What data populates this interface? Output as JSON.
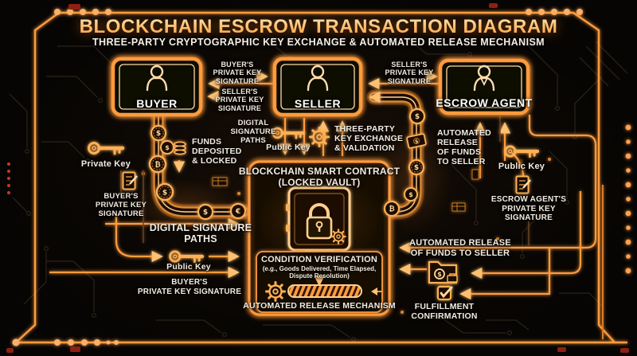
{
  "header": {
    "title": "BLOCKCHAIN ESCROW TRANSACTION DIAGRAM",
    "subtitle": "THREE-PARTY CRYPTOGRAPHIC KEY EXCHANGE & AUTOMATED RELEASE MECHANISM"
  },
  "entities": {
    "buyer": "BUYER",
    "seller": "SELLER",
    "escrow": "ESCROW AGENT"
  },
  "edge_labels": {
    "buyer_to_seller": "BUYER'S\nPRIVATE KEY\nSIGNATURE",
    "seller_to_buyer": "SELLER'S\nPRIVATE KEY\nSIGNATURE",
    "seller_to_escrow": "SELLER'S\nPRIVATE KEY\nSIGNATURE"
  },
  "left_column": {
    "private_key": "Private Key",
    "buyer_signature": "BUYER'S\nPRIVATE KEY\nSIGNATURE",
    "funds_deposited": "FUNDS\nDEPOSITED\n& LOCKED",
    "digital_signature_paths": "DIGITAL\nSIGNATURE\nPATHS"
  },
  "mid": {
    "public_key": "Public Key",
    "three_party": "THREE-PARTY\nKEY EXCHANGE\n& VALIDATION",
    "automated_release": "AUTOMATED\nRELEASE\nOF FUNDS\nTO SELLER"
  },
  "contract": {
    "title": "BLOCKCHAIN SMART CONTRACT\n(LOCKED VAULT)",
    "condition_title": "CONDITION VERIFICATION",
    "condition_examples": "(e.g., Goods Delivered, Time Elapsed,\nDispute Resolution)",
    "release_mechanism": "AUTOMATED RELEASE MECHANISM"
  },
  "bottom_left": {
    "digital_signature_paths": "DIGITAL SIGNATURE\nPATHS",
    "public_key": "Public Key",
    "buyer_signature": "BUYER'S\nPRIVATE KEY SIGNATURE"
  },
  "right_column": {
    "public_key": "Public Key",
    "escrow_signature": "ESCROW AGENT'S\nPRIVATE KEY\nSIGNATURE"
  },
  "bottom_right": {
    "automated_release": "AUTOMATED RELEASE\nOF FUNDS TO SELLER",
    "fulfillment": "FULFILLMENT\nCONFIRMATION"
  },
  "coins": {
    "dollar": "$",
    "bitcoin": "₿",
    "euro": "€"
  },
  "icons": [
    "person-icon",
    "key-icon",
    "signature-document-icon",
    "gear-icon",
    "coin-stack-icon",
    "vault-lock-icon",
    "folder-funds-icon",
    "checkbox-icon",
    "progress-bar",
    "ledger-icon"
  ],
  "colors": {
    "accent": "#ff9b3d",
    "bright": "#ffd9a0",
    "glow": "#ff7b00",
    "text": "#f2ece1",
    "coin": "#ffc87a",
    "red_led": "#c23b1f",
    "background": "#070503"
  }
}
